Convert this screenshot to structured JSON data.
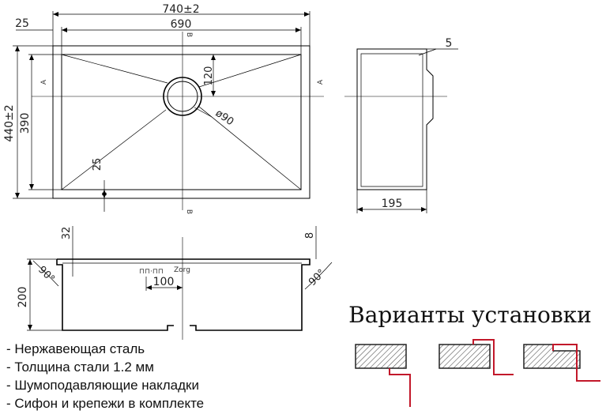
{
  "top_view": {
    "overall_width": "740±2",
    "inner_width": "690",
    "flange_left": "25",
    "overall_height": "440±2",
    "inner_height": "390",
    "drain_offset": "120",
    "drain_diameter": "ø90",
    "corner_offset": "25",
    "section_a": "A",
    "section_b": "B"
  },
  "side_view": {
    "flange": "5",
    "depth": "195"
  },
  "front_view": {
    "left_edge": "32",
    "right_edge": "8",
    "angle_left": "90°",
    "angle_right": "90°",
    "height": "200",
    "spacing": "100",
    "logo": "Zorg"
  },
  "install": {
    "title": "Варианты установки"
  },
  "features": [
    "- Нержавеющая сталь",
    "- Толщина стали 1.2 мм",
    "- Шумоподавляющие накладки",
    "- Сифон и крепежи в комплекте"
  ],
  "colors": {
    "line": "#000000",
    "accent_red": "#c2182a"
  }
}
